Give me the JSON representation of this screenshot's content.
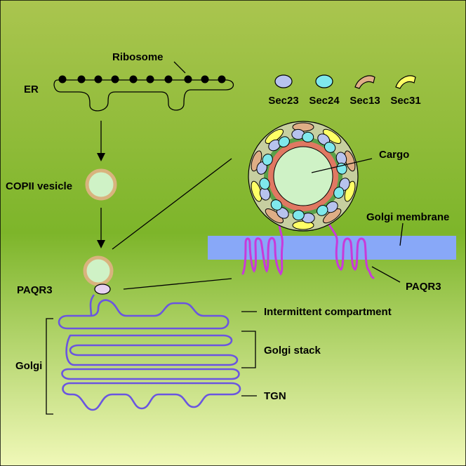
{
  "labels": {
    "ribosome": "Ribosome",
    "er": "ER",
    "copii_vesicle": "COPII vesicle",
    "paqr3_left": "PAQR3",
    "golgi": "Golgi",
    "intermittent": "Intermittent compartment",
    "golgi_stack": "Golgi stack",
    "tgn": "TGN",
    "cargo": "Cargo",
    "golgi_membrane": "Golgi membrane",
    "paqr3_right": "PAQR3"
  },
  "legend": [
    {
      "name": "Sec23",
      "color": "#b7c3ee"
    },
    {
      "name": "Sec24",
      "color": "#7fe8ec"
    },
    {
      "name": "Sec13",
      "color": "#dfae86"
    },
    {
      "name": "Sec31",
      "color": "#ffff66"
    }
  ],
  "colors": {
    "background_top": "#a9c34e",
    "background_bottom": "#eef7b5",
    "vesicle_fill": "#cff2c6",
    "vesicle_ring": "#d9b37e",
    "golgi_line": "#6a55e0",
    "paqr3": "#c83ad9",
    "golgi_membrane": "#88a8f8",
    "coat_inner": "#e07862",
    "coat_green": "#5aa049"
  }
}
